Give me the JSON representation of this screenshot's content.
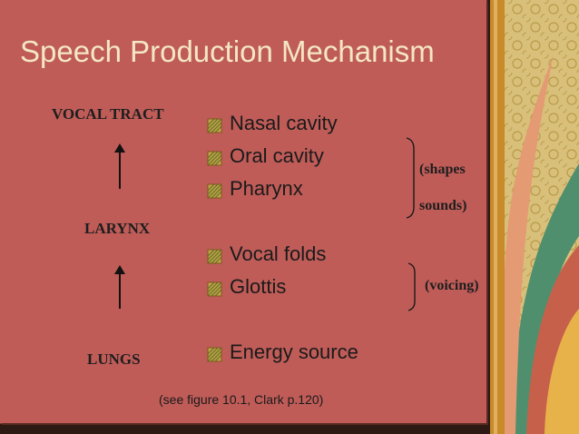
{
  "slide": {
    "title": "Speech Production Mechanism",
    "left_labels": {
      "vocal_tract": "VOCAL TRACT",
      "larynx": "LARYNX",
      "lungs": "LUNGS"
    },
    "bullets": [
      "Nasal cavity",
      "Oral cavity",
      "Pharynx",
      "Vocal folds",
      "Glottis",
      "Energy source"
    ],
    "annotations": {
      "shapes": "(shapes",
      "sounds": "sounds)",
      "voicing": "(voicing)"
    },
    "citation": "(see figure 10.1, Clark p.120)"
  },
  "colors": {
    "panel": "#bf5c58",
    "title": "#f4e6c6",
    "background": "#2d1a14",
    "bullet_icon": "#c8a04a"
  }
}
